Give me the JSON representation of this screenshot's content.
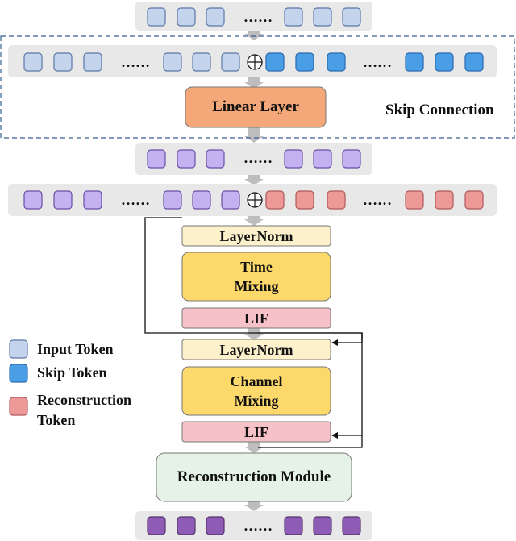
{
  "colors": {
    "input_token": "#c4d4ec",
    "input_token_border": "#5a78a8",
    "skip_token": "#4a9ee6",
    "skip_token_border": "#2a6ab0",
    "hidden_token": "#c3b2ef",
    "hidden_token_border": "#6a4ea8",
    "reconstruction_token": "#ec9998",
    "reconstruction_token_border": "#b05a5a",
    "output_token": "#8e5bb5",
    "output_token_border": "#55336f",
    "strip_background": "#e8e8e8",
    "linear_layer_fill": "#f4a879",
    "layernorm_fill": "#fdf1cc",
    "mixing_fill": "#fdd86b",
    "lif_fill": "#f7c1c8",
    "reconstruction_module_fill": "#e4f3e6",
    "flow_arrow": "#bdbdbd",
    "dashed_border": "#35618f"
  },
  "ellipsis": "……",
  "plus_symbol": "⊕",
  "skip_connection_label": "Skip Connection",
  "linear_layer_label": "Linear Layer",
  "layernorm_label": "LayerNorm",
  "time_mixing_label": [
    "Time",
    "Mixing"
  ],
  "lif_label": "LIF",
  "channel_mixing_label": [
    "Channel",
    "Mixing"
  ],
  "reconstruction_module_label": "Reconstruction Module",
  "legend": {
    "input_token": "Input Token",
    "skip_token": "Skip Token",
    "reconstruction_token": [
      "Reconstruction",
      "Token"
    ]
  }
}
